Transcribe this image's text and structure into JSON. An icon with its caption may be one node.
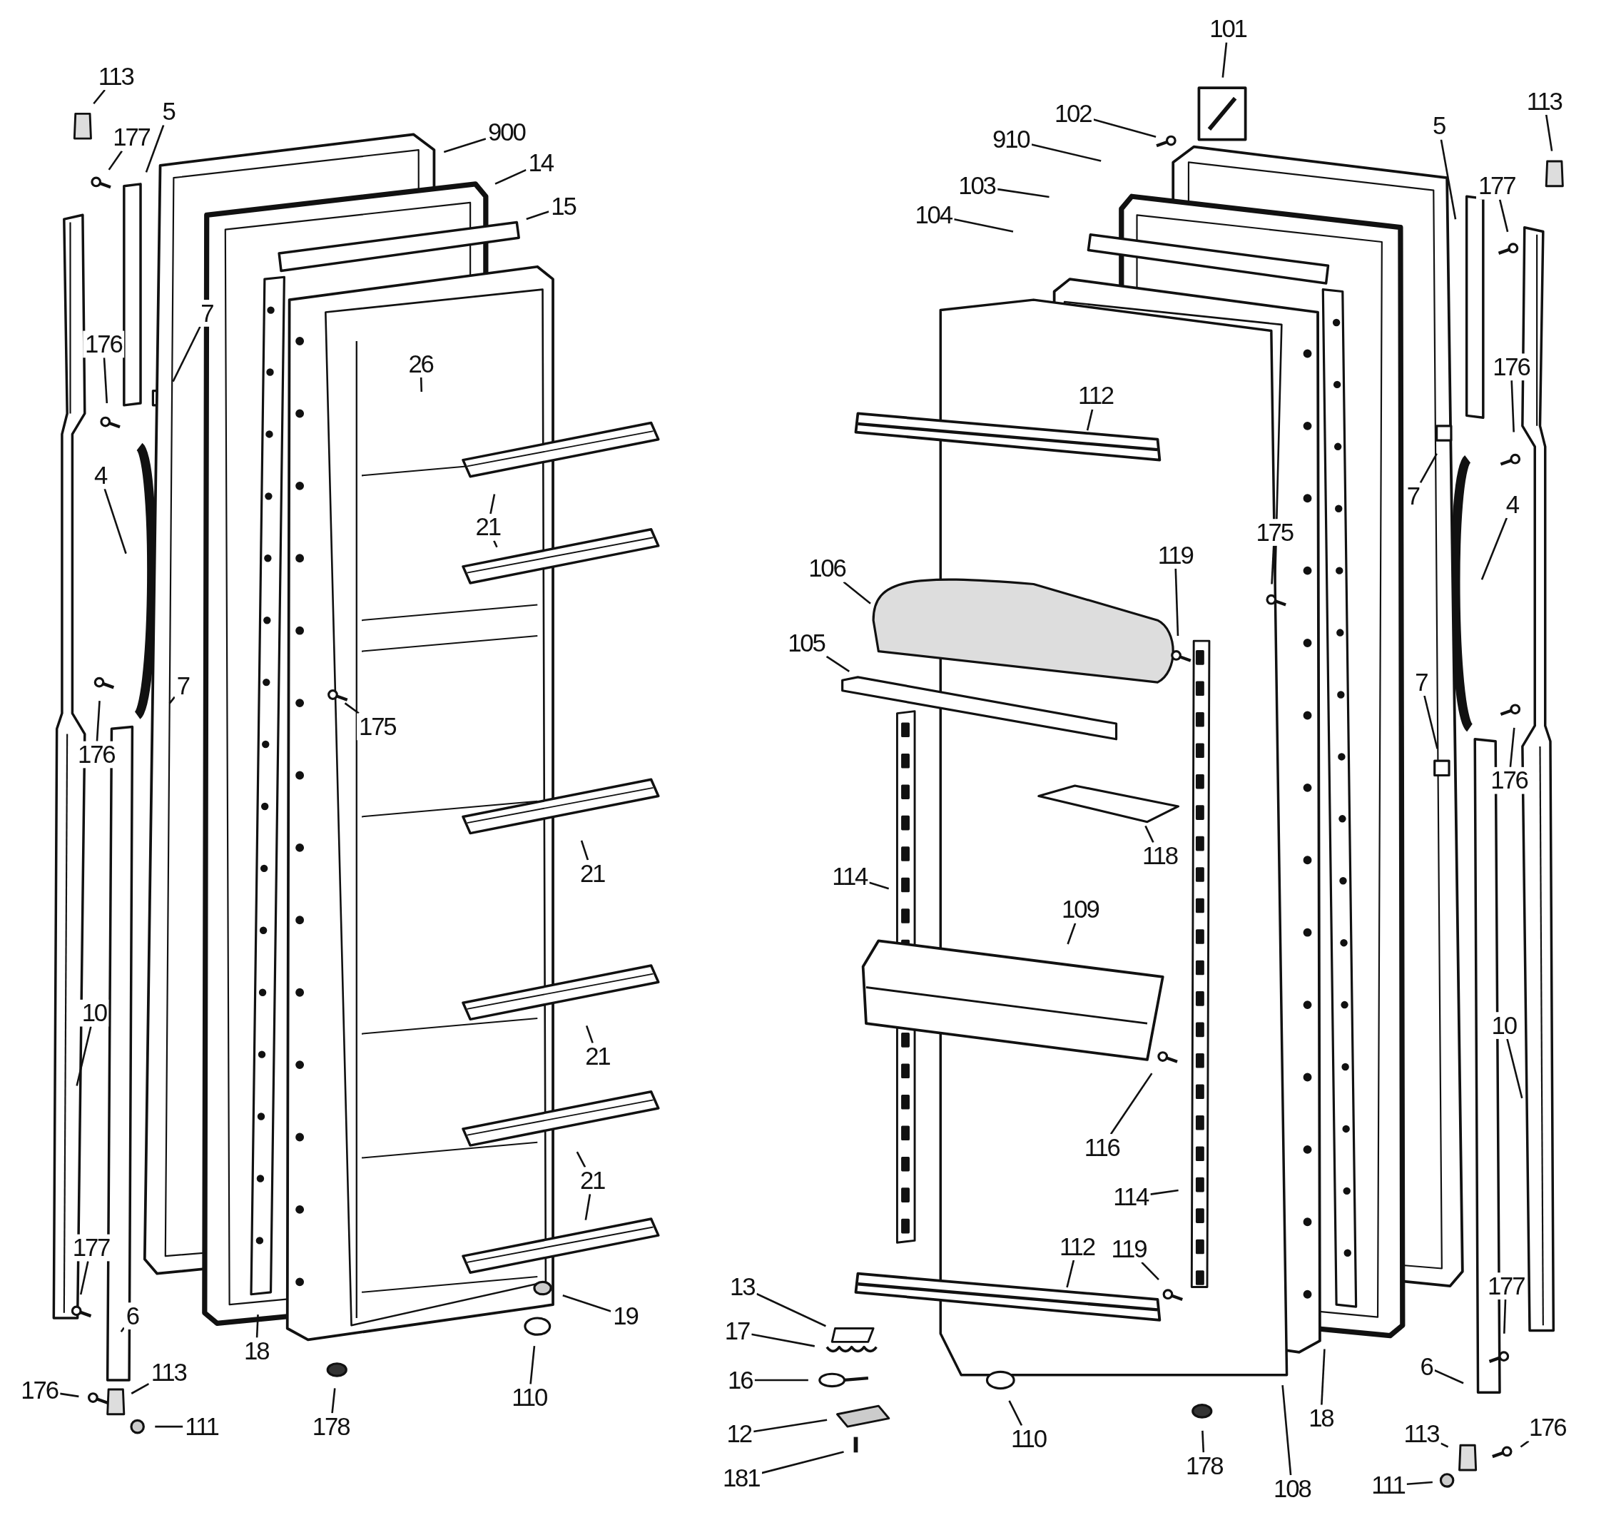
{
  "diagram": {
    "nodes": [
      {
        "text": [
          "113"
        ]
      },
      {
        "text": [
          "5"
        ]
      },
      {
        "text": [
          "177"
        ]
      },
      {
        "text": [
          "900"
        ]
      },
      {
        "text": [
          "14"
        ]
      },
      {
        "text": [
          "15"
        ]
      },
      {
        "text": [
          "176"
        ]
      },
      {
        "text": [
          "7"
        ]
      },
      {
        "text": [
          "26"
        ]
      },
      {
        "text": [
          "4"
        ]
      },
      {
        "text": [
          "21"
        ]
      },
      {
        "text": [
          "176"
        ]
      },
      {
        "text": [
          "7"
        ]
      },
      {
        "text": [
          "175"
        ]
      },
      {
        "text": [
          "21"
        ]
      },
      {
        "text": [
          "10"
        ]
      },
      {
        "text": [
          "21"
        ]
      },
      {
        "text": [
          "21"
        ]
      },
      {
        "text": [
          "177"
        ]
      },
      {
        "text": [
          "6"
        ]
      },
      {
        "text": [
          "18"
        ]
      },
      {
        "text": [
          "19"
        ]
      },
      {
        "text": [
          "176"
        ]
      },
      {
        "text": [
          "113"
        ]
      },
      {
        "text": [
          "111"
        ]
      },
      {
        "text": [
          "178"
        ]
      },
      {
        "text": [
          "110"
        ]
      },
      {
        "text": [
          "101"
        ]
      },
      {
        "text": [
          "102"
        ]
      },
      {
        "text": [
          "910"
        ]
      },
      {
        "text": [
          "103"
        ]
      },
      {
        "text": [
          "104"
        ]
      },
      {
        "text": [
          "5"
        ]
      },
      {
        "text": [
          "113"
        ]
      },
      {
        "text": [
          "177"
        ]
      },
      {
        "text": [
          "112"
        ]
      },
      {
        "text": [
          "176"
        ]
      },
      {
        "text": [
          "7"
        ]
      },
      {
        "text": [
          "4"
        ]
      },
      {
        "text": [
          "175"
        ]
      },
      {
        "text": [
          "119"
        ]
      },
      {
        "text": [
          "106"
        ]
      },
      {
        "text": [
          "105"
        ]
      },
      {
        "text": [
          "7"
        ]
      },
      {
        "text": [
          "176"
        ]
      },
      {
        "text": [
          "118"
        ]
      },
      {
        "text": [
          "114"
        ]
      },
      {
        "text": [
          "109"
        ]
      },
      {
        "text": [
          "10"
        ]
      },
      {
        "text": [
          "116"
        ]
      },
      {
        "text": [
          "114"
        ]
      },
      {
        "text": [
          "112"
        ]
      },
      {
        "text": [
          "119"
        ]
      },
      {
        "text": [
          "13"
        ]
      },
      {
        "text": [
          "17"
        ]
      },
      {
        "text": [
          "16"
        ]
      },
      {
        "text": [
          "12"
        ]
      },
      {
        "text": [
          "181"
        ]
      },
      {
        "text": [
          "177"
        ]
      },
      {
        "text": [
          "6"
        ]
      },
      {
        "text": [
          "110"
        ]
      },
      {
        "text": [
          "178"
        ]
      },
      {
        "text": [
          "113"
        ]
      },
      {
        "text": [
          "176"
        ]
      },
      {
        "text": [
          "111"
        ]
      },
      {
        "text": [
          "108"
        ]
      },
      {
        "text": [
          "18"
        ]
      }
    ],
    "edges": [
      {
        "from": 0,
        "to": null,
        "arrow": "none"
      },
      {
        "from": 1,
        "to": null,
        "arrow": "none"
      },
      {
        "from": 2,
        "to": null,
        "arrow": "none"
      },
      {
        "from": 3,
        "to": null,
        "arrow": "none"
      },
      {
        "from": 4,
        "to": null,
        "arrow": "none"
      },
      {
        "from": 5,
        "to": null,
        "arrow": "none"
      },
      {
        "from": 6,
        "to": null,
        "arrow": "none"
      },
      {
        "from": 7,
        "to": null,
        "arrow": "none"
      },
      {
        "from": 8,
        "to": null,
        "arrow": "none"
      },
      {
        "from": 9,
        "to": null,
        "arrow": "none"
      },
      {
        "from": 10,
        "to": null,
        "arrow": "none"
      },
      {
        "from": 10,
        "to": null,
        "arrow": "none"
      },
      {
        "from": 11,
        "to": null,
        "arrow": "none"
      },
      {
        "from": 12,
        "to": null,
        "arrow": "none"
      },
      {
        "from": 13,
        "to": null,
        "arrow": "none"
      },
      {
        "from": 14,
        "to": null,
        "arrow": "none"
      },
      {
        "from": 15,
        "to": null,
        "arrow": "none"
      },
      {
        "from": 16,
        "to": null,
        "arrow": "none"
      },
      {
        "from": 17,
        "to": null,
        "arrow": "none"
      },
      {
        "from": 17,
        "to": null,
        "arrow": "none"
      },
      {
        "from": 18,
        "to": null,
        "arrow": "none"
      },
      {
        "from": 19,
        "to": null,
        "arrow": "none"
      },
      {
        "from": 20,
        "to": null,
        "arrow": "none"
      },
      {
        "from": 21,
        "to": null,
        "arrow": "none"
      },
      {
        "from": 22,
        "to": null,
        "arrow": "none"
      },
      {
        "from": 23,
        "to": null,
        "arrow": "none"
      },
      {
        "from": 24,
        "to": null,
        "arrow": "none"
      },
      {
        "from": 25,
        "to": null,
        "arrow": "none"
      },
      {
        "from": 26,
        "to": null,
        "arrow": "none"
      },
      {
        "from": 27,
        "to": null,
        "arrow": "none"
      },
      {
        "from": 28,
        "to": null,
        "arrow": "none"
      },
      {
        "from": 29,
        "to": null,
        "arrow": "none"
      },
      {
        "from": 30,
        "to": null,
        "arrow": "none"
      },
      {
        "from": 31,
        "to": null,
        "arrow": "none"
      },
      {
        "from": 32,
        "to": null,
        "arrow": "none"
      },
      {
        "from": 33,
        "to": null,
        "arrow": "none"
      },
      {
        "from": 34,
        "to": null,
        "arrow": "none"
      },
      {
        "from": 35,
        "to": null,
        "arrow": "none"
      },
      {
        "from": 36,
        "to": null,
        "arrow": "none"
      },
      {
        "from": 37,
        "to": null,
        "arrow": "none"
      },
      {
        "from": 38,
        "to": null,
        "arrow": "none"
      },
      {
        "from": 39,
        "to": null,
        "arrow": "none"
      },
      {
        "from": 40,
        "to": null,
        "arrow": "none"
      },
      {
        "from": 41,
        "to": null,
        "arrow": "none"
      },
      {
        "from": 42,
        "to": null,
        "arrow": "none"
      },
      {
        "from": 43,
        "to": null,
        "arrow": "none"
      },
      {
        "from": 44,
        "to": null,
        "arrow": "none"
      },
      {
        "from": 45,
        "to": null,
        "arrow": "none"
      },
      {
        "from": 46,
        "to": null,
        "arrow": "none"
      },
      {
        "from": 47,
        "to": null,
        "arrow": "none"
      },
      {
        "from": 48,
        "to": null,
        "arrow": "none"
      },
      {
        "from": 49,
        "to": null,
        "arrow": "none"
      },
      {
        "from": 50,
        "to": null,
        "arrow": "none"
      },
      {
        "from": 51,
        "to": null,
        "arrow": "none"
      },
      {
        "from": 52,
        "to": null,
        "arrow": "none"
      },
      {
        "from": 53,
        "to": null,
        "arrow": "none"
      },
      {
        "from": 54,
        "to": null,
        "arrow": "none"
      },
      {
        "from": 55,
        "to": null,
        "arrow": "none"
      },
      {
        "from": 56,
        "to": null,
        "arrow": "none"
      },
      {
        "from": 57,
        "to": null,
        "arrow": "none"
      },
      {
        "from": 58,
        "to": null,
        "arrow": "none"
      },
      {
        "from": 59,
        "to": null,
        "arrow": "none"
      },
      {
        "from": 60,
        "to": null,
        "arrow": "none"
      },
      {
        "from": 61,
        "to": null,
        "arrow": "none"
      },
      {
        "from": 62,
        "to": null,
        "arrow": "none"
      },
      {
        "from": 63,
        "to": null,
        "arrow": "none"
      },
      {
        "from": 64,
        "to": null,
        "arrow": "none"
      },
      {
        "from": 65,
        "to": null,
        "arrow": "none"
      },
      {
        "from": 66,
        "to": null,
        "arrow": "none"
      }
    ]
  }
}
